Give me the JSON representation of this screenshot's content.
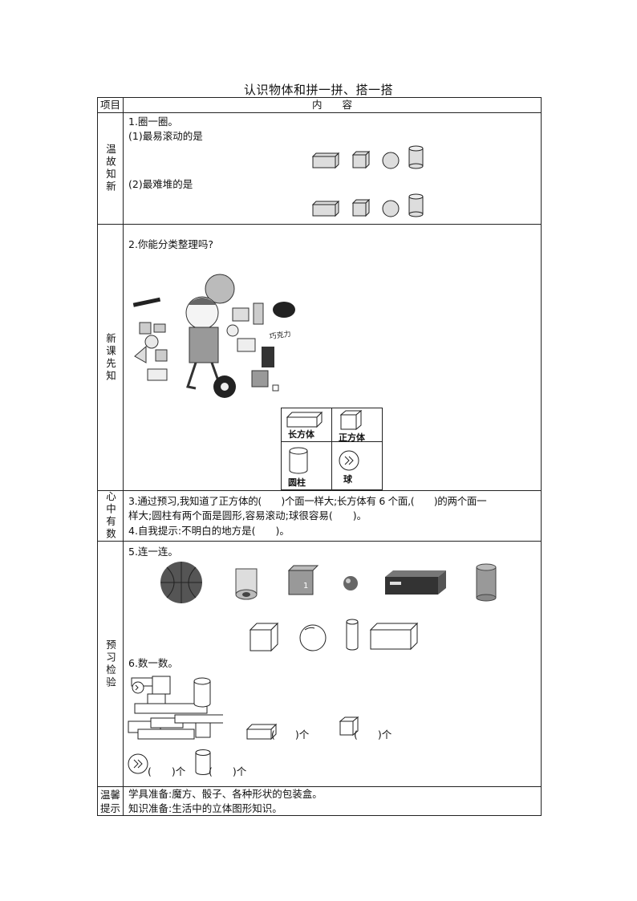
{
  "title": "认识物体和拼一拼、搭一搭",
  "header": {
    "col1": "项目",
    "col2": "内　　容"
  },
  "sections": {
    "review": {
      "label": "温故知新",
      "q1": "1.圈一圈。",
      "q1a": "(1)最易滚动的是",
      "q1b": "(2)最难堆的是"
    },
    "new": {
      "label": "新课先知",
      "q2": "2.你能分类整理吗?",
      "choc": "巧克力",
      "boxes": [
        "长方体",
        "正方体",
        "圆柱",
        "球"
      ]
    },
    "mind": {
      "label": "心中有数",
      "q3_line1": "3.通过预习,我知道了正方体的(　　)个面一样大;长方体有 6 个面,(　　)的两个面一",
      "q3_line2": "样大;圆柱有两个面是圆形,容易滚动;球很容易(　　)。",
      "q4": "4.自我提示:不明白的地方是(　　)。"
    },
    "check": {
      "label": "预习检验",
      "q5": "5.连一连。",
      "q6": "6.数一数。",
      "count_cuboid": "(　　)个",
      "count_cube": "(　　)个",
      "count_sphere": "(　　)个",
      "count_cyl": "(　　)个"
    },
    "tips": {
      "label": "温馨提示",
      "line1": "学具准备:魔方、骰子、各种形状的包装盒。",
      "line2": "知识准备:生活中的立体图形知识。"
    }
  }
}
